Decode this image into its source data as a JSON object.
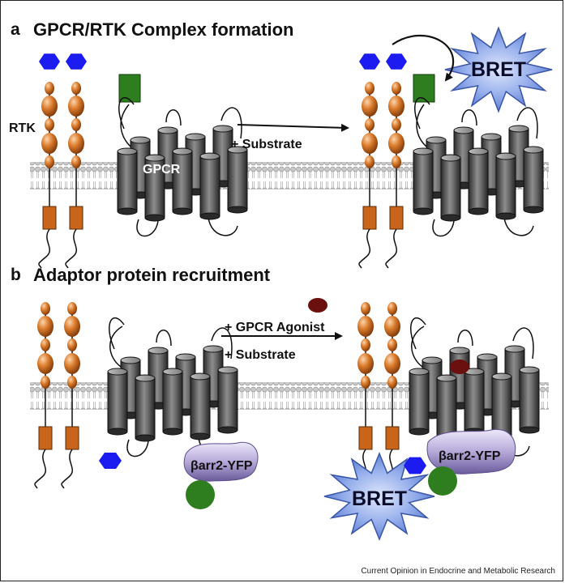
{
  "panel_a": {
    "letter": "a",
    "title": "GPCR/RTK Complex formation",
    "rtk_label": "RTK",
    "gpcr_label": "GPCR",
    "arrow_label": "+ Substrate",
    "bret_label": "BRET"
  },
  "panel_b": {
    "letter": "b",
    "title": "Adaptor protein recruitment",
    "arrow_label_1": "+ GPCR Agonist",
    "arrow_label_2": "+ Substrate",
    "barr_label_left": "βarr2-YFP",
    "barr_label_right": "βarr2-YFP",
    "bret_label": "BRET"
  },
  "credit": "Current Opinion in Endocrine and Metabolic Research",
  "colors": {
    "rtk_orange": "#c8651b",
    "hexagon_blue": "#1c1cf0",
    "green_tag": "#2e7d1e",
    "bret_star": "#6f8fe0",
    "barr_purple": "#b3a6d6",
    "agonist": "#6b0f0f"
  }
}
